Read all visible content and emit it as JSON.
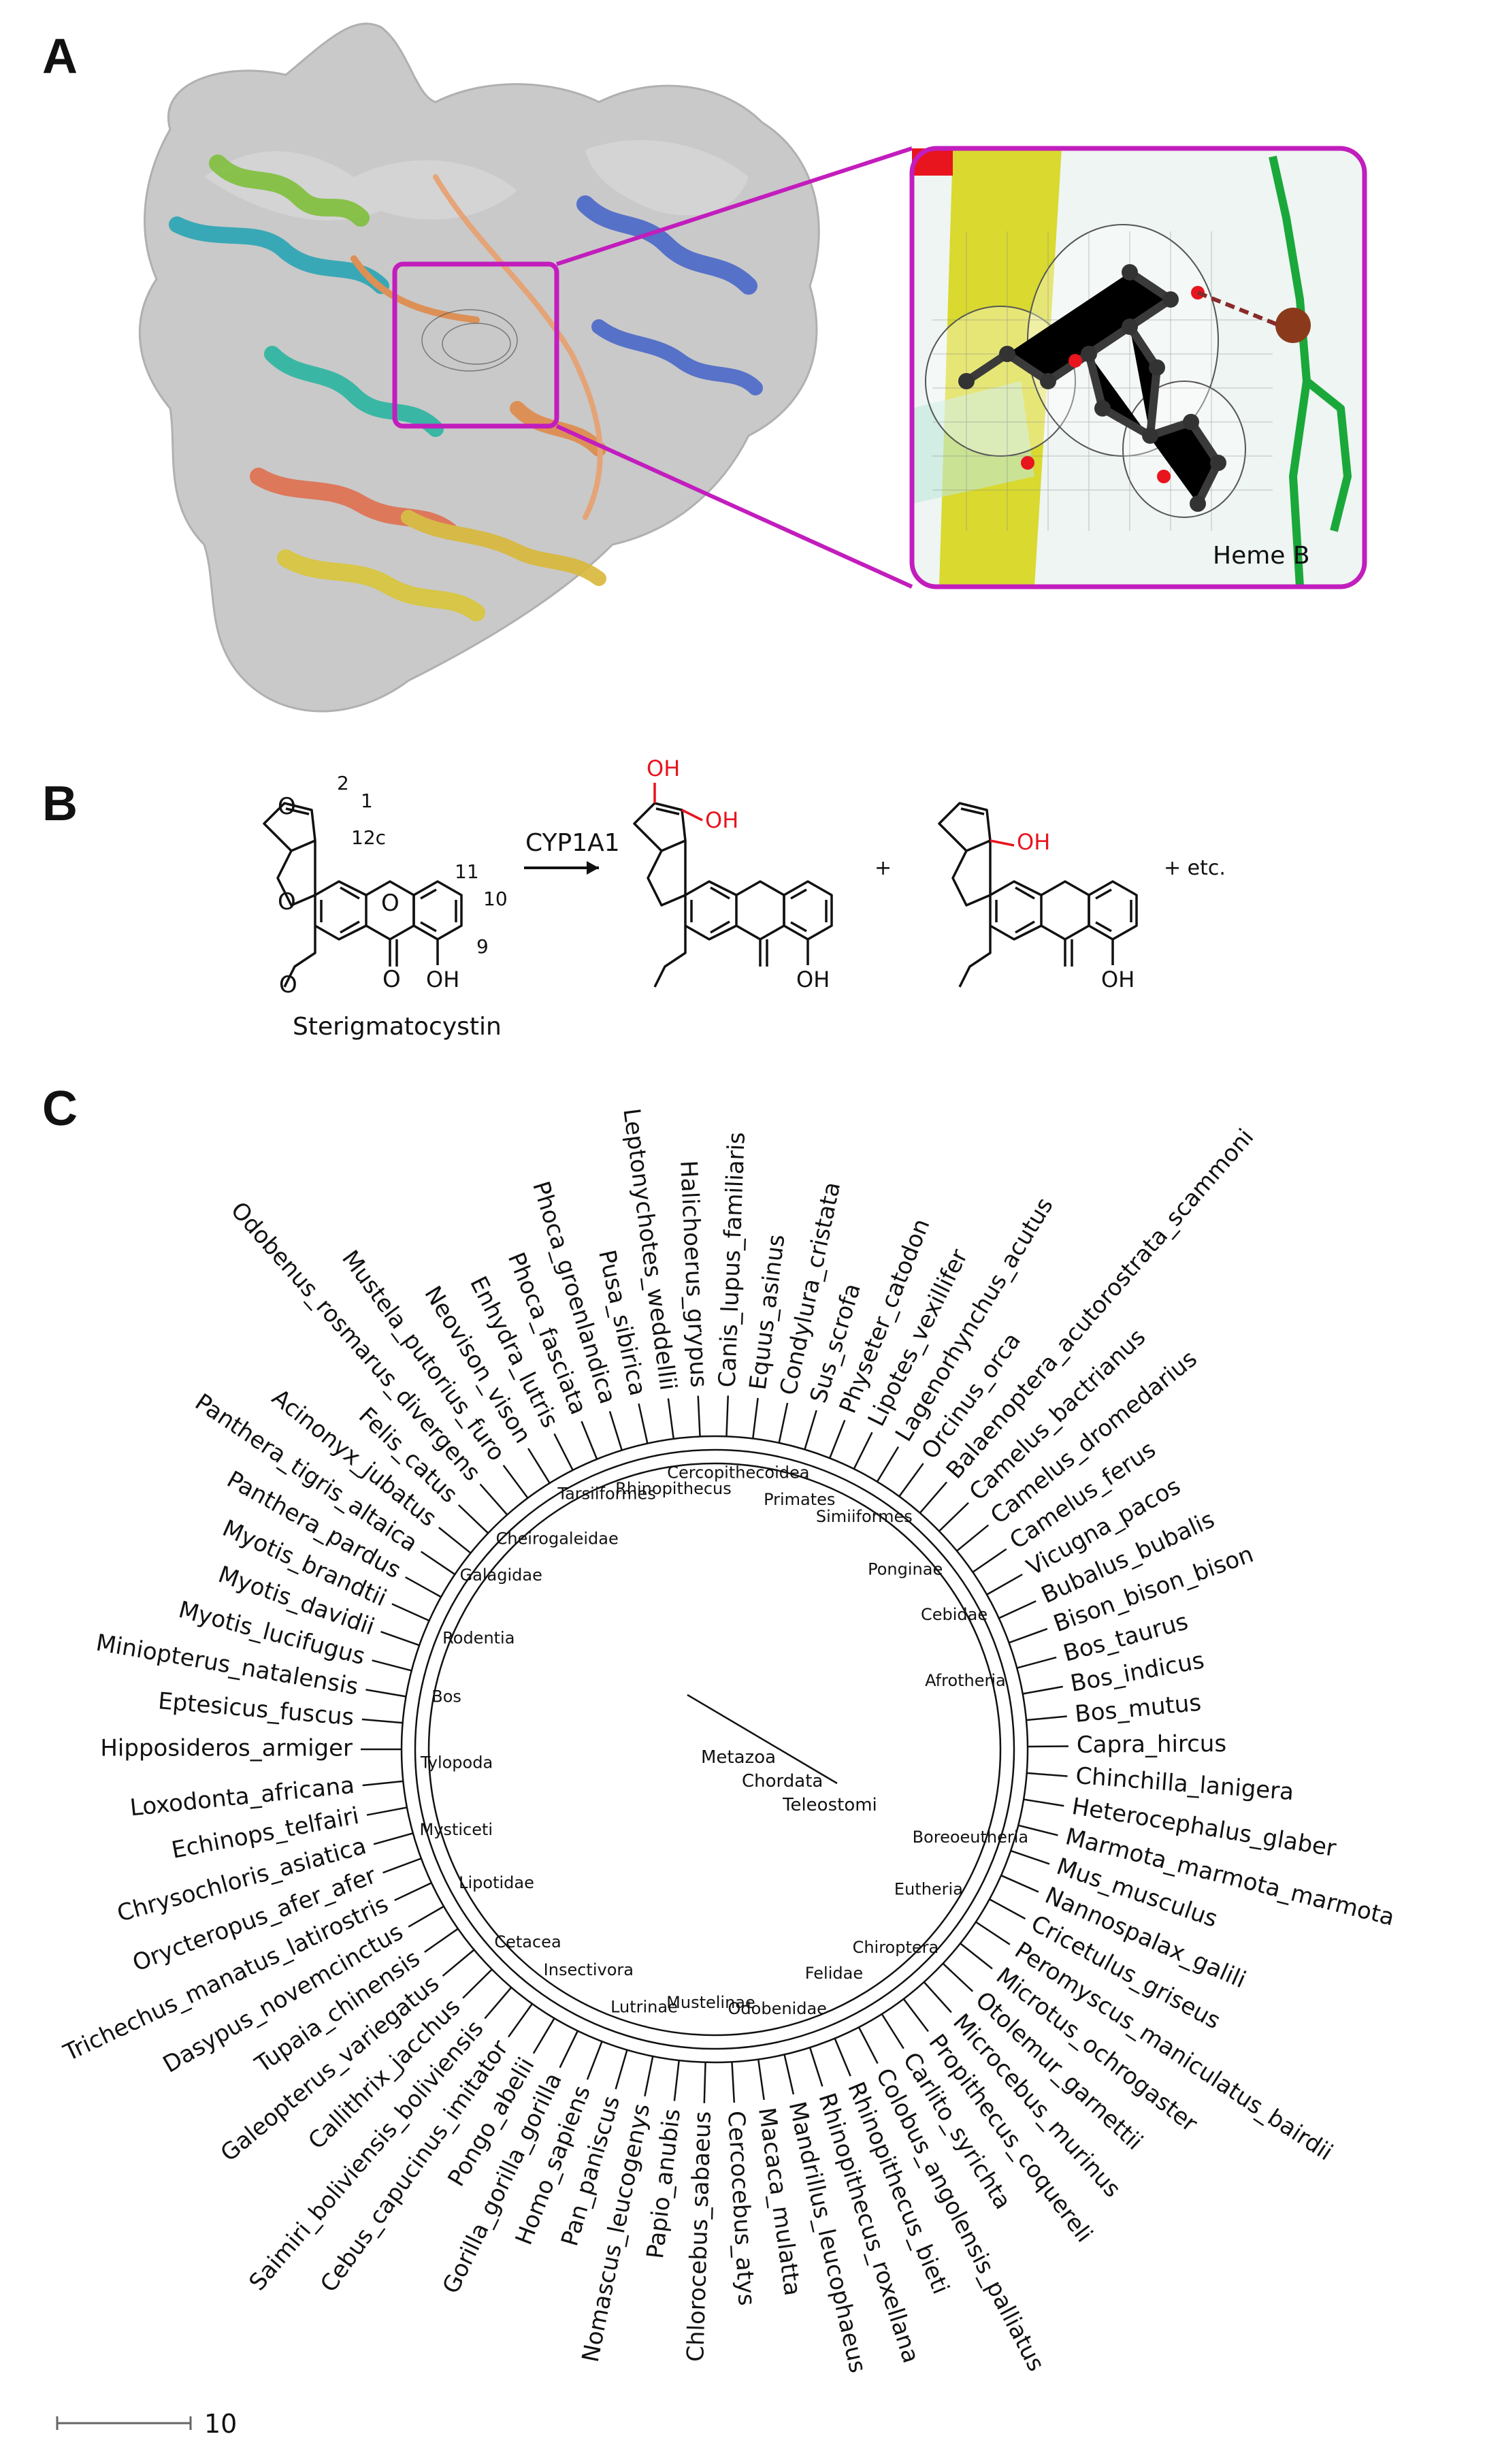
{
  "panels": {
    "a": "A",
    "b": "B",
    "c": "C"
  },
  "colors": {
    "magenta": "#c21dbd",
    "red": "#e8141e",
    "surface": "#c8c8c8",
    "heme": "#1aa83a",
    "helix_yellow": "#c9d21a"
  },
  "panel_a": {
    "inset_label": "Heme B"
  },
  "panel_b": {
    "enzyme": "CYP1A1",
    "substrate_name": "Sterigmatocystin",
    "atom_numbers": [
      "2",
      "1",
      "12c",
      "11",
      "10",
      "9"
    ],
    "oh": "OH",
    "o": "O",
    "plus": "+",
    "etc": "+ etc."
  },
  "panel_c": {
    "scale_value": "10",
    "tips": [
      "Hipposideros_armiger",
      "Eptesicus_fuscus",
      "Miniopterus_natalensis",
      "Myotis_lucifugus",
      "Myotis_davidii",
      "Myotis_brandtii",
      "Panthera_pardus",
      "Panthera_tigris_altaica",
      "Acinonyx_jubatus",
      "Felis_catus",
      "Odobenus_rosmarus_divergens",
      "Mustela_putorius_furo",
      "Neovison_vison",
      "Enhydra_lutris",
      "Phoca_fasciata",
      "Phoca_groenlandica",
      "Pusa_sibirica",
      "Leptonychotes_weddellii",
      "Halichoerus_grypus",
      "Canis_lupus_familiaris",
      "Equus_asinus",
      "Condylura_cristata",
      "Sus_scrofa",
      "Physeter_catodon",
      "Lipotes_vexillifer",
      "Lagenorhynchus_acutus",
      "Orcinus_orca",
      "Balaenoptera_acutorostrata_scammoni",
      "Camelus_bactrianus",
      "Camelus_dromedarius",
      "Camelus_ferus",
      "Vicugna_pacos",
      "Bubalus_bubalis",
      "Bison_bison_bison",
      "Bos_taurus",
      "Bos_indicus",
      "Bos_mutus",
      "Capra_hircus",
      "Chinchilla_lanigera",
      "Heterocephalus_glaber",
      "Marmota_marmota_marmota",
      "Mus_musculus",
      "Nannospalax_galili",
      "Cricetulus_griseus",
      "Peromyscus_maniculatus_bairdii",
      "Microtus_ochrogaster",
      "Otolemur_garnettii",
      "Microcebus_murinus",
      "Propithecus_coquereli",
      "Carlito_syrichta",
      "Colobus_angolensis_palliatus",
      "Rhinopithecus_bieti",
      "Rhinopithecus_roxellana",
      "Mandrillus_leucophaeus",
      "Macaca_mulatta",
      "Cercocebus_atys",
      "Chlorocebus_sabaeus",
      "Papio_anubis",
      "Nomascus_leucogenys",
      "Pan_paniscus",
      "Homo_sapiens",
      "Gorilla_gorilla_gorilla",
      "Pongo_abelii",
      "Cebus_capucinus_imitator",
      "Saimiri_boliviensis_boliviensis",
      "Callithrix_jacchus",
      "Galeopterus_variegatus",
      "Tupaia_chinensis",
      "Dasypus_novemcinctus",
      "Trichechus_manatus_latirostris",
      "Orycteropus_afer_afer",
      "Chrysochloris_asiatica",
      "Echinops_telfairi",
      "Loxodonta_africana"
    ],
    "clades": [
      "Metazoa",
      "Chordata",
      "Teleostomi",
      "Boreoeutheria",
      "Eutheria",
      "Chiroptera",
      "Felidae",
      "Odobenidae",
      "Mustelinae",
      "Lutrinae",
      "Insectivora",
      "Cetacea",
      "Lipotidae",
      "Mysticeti",
      "Tylopoda",
      "Bos",
      "Rodentia",
      "Galagidae",
      "Cheirogaleidae",
      "Tarsiiformes",
      "Rhinopithecus",
      "Cercopithecoidea",
      "Primates",
      "Simiiformes",
      "Ponginae",
      "Cebidae",
      "Afrotheria"
    ]
  }
}
